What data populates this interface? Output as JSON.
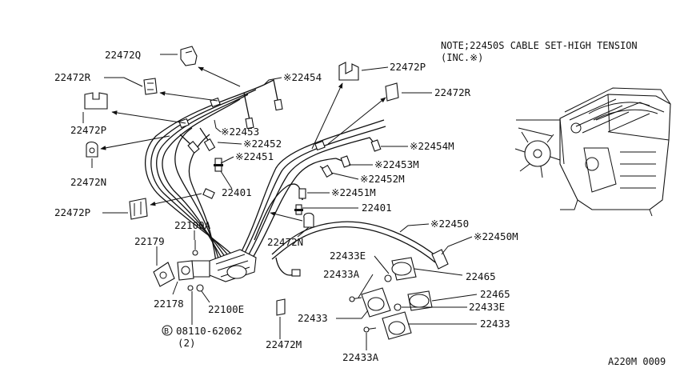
{
  "note": {
    "line1": "NOTE;22450S CABLE SET-HIGH TENSION",
    "line2": "(INC.※)"
  },
  "figure_code": "A220M 0009",
  "labels": {
    "l22472Q": "22472Q",
    "l22472R_left": "22472R",
    "l22472P_left": "22472P",
    "l22472N_left": "22472N",
    "l22472P_lower": "22472P",
    "l22454": "※22454",
    "l22453": "※22453",
    "l22452": "※22452",
    "l22451": "※22451",
    "l22401_a": "22401",
    "l22472P_right": "22472P",
    "l22472R_right": "22472R",
    "l22454M": "※22454M",
    "l22453M": "※22453M",
    "l22452M": "※22452M",
    "l22451M": "※22451M",
    "l22401_b": "22401",
    "l22472N_mid": "22472N",
    "l22450": "※22450",
    "l22450M": "※22450M",
    "l22100A": "22100A",
    "l22179": "22179",
    "l22178": "22178",
    "l22100E": "22100E",
    "l08110": "08110-62062",
    "l08110_qty": "(2)",
    "l08110_badge": "B",
    "l22472M": "22472M",
    "l22433E_a": "22433E",
    "l22465_a": "22465",
    "l22433A_a": "22433A",
    "l22465_b": "22465",
    "l22433E_b": "22433E",
    "l22433_a": "22433",
    "l22433_b": "22433",
    "l22433A_b": "22433A"
  }
}
